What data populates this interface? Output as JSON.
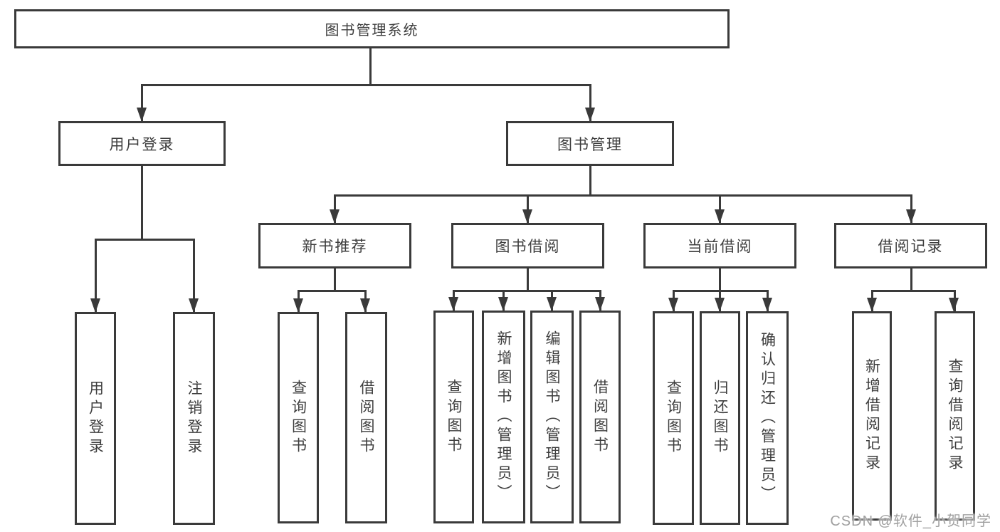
{
  "diagram_title": "图书管理系统",
  "watermark": "CSDN @软件_小贺同学",
  "colors": {
    "line": "#3a3a3a",
    "box_border": "#3a3a3a",
    "text": "#3e3e3e",
    "watermark": "#a0a0a0",
    "background": "#ffffff"
  },
  "tree": {
    "root": {
      "label": "图书管理系统",
      "children": [
        {
          "label": "用户登录",
          "children": [
            {
              "label": "用户登录"
            },
            {
              "label": "注销登录"
            }
          ]
        },
        {
          "label": "图书管理",
          "children": [
            {
              "label": "新书推荐",
              "children": [
                {
                  "label": "查询图书"
                },
                {
                  "label": "借阅图书"
                }
              ]
            },
            {
              "label": "图书借阅",
              "children": [
                {
                  "label": "查询图书"
                },
                {
                  "label": "新增图书（管理员）"
                },
                {
                  "label": "编辑图书（管理员）"
                },
                {
                  "label": "借阅图书"
                }
              ]
            },
            {
              "label": "当前借阅",
              "children": [
                {
                  "label": "查询图书"
                },
                {
                  "label": "归还图书"
                },
                {
                  "label": "确认归还（管理员）"
                }
              ]
            },
            {
              "label": "借阅记录",
              "children": [
                {
                  "label": "新增借阅记录"
                },
                {
                  "label": "查询借阅记录"
                }
              ]
            }
          ]
        }
      ]
    }
  }
}
